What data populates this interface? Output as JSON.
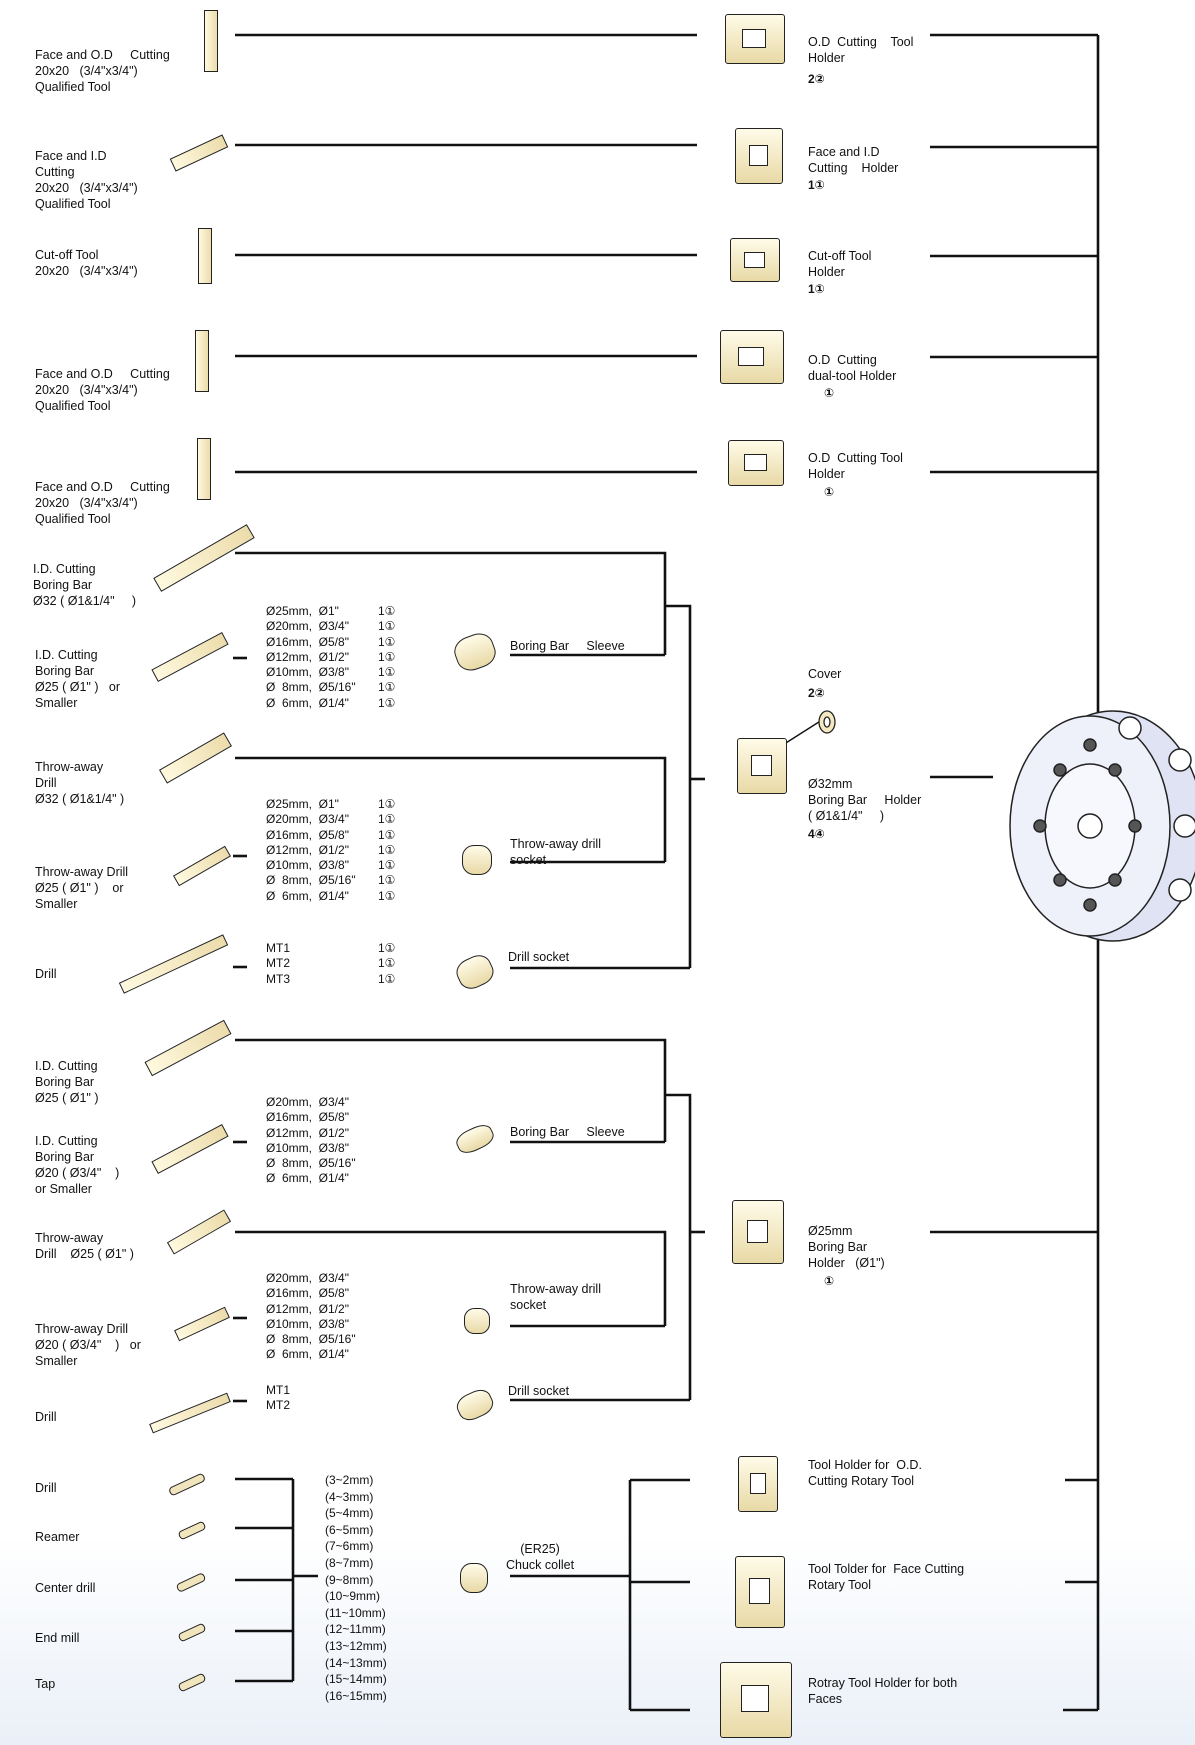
{
  "tools_left": {
    "t1": "Face and O.D     Cutting\n20x20   (3/4\"x3/4\")\nQualified Tool",
    "t2": "Face and I.D\nCutting\n20x20   (3/4\"x3/4\")\nQualified Tool",
    "t3": "Cut-off Tool\n20x20   (3/4\"x3/4\")",
    "t4": "Face and O.D     Cutting\n20x20   (3/4\"x3/4\")\nQualified Tool",
    "t5": "Face and O.D     Cutting\n20x20   (3/4\"x3/4\")\nQualified Tool",
    "t6": "I.D. Cutting\nBoring Bar\nØ32 ( Ø1&1/4\"     )",
    "t7": "I.D. Cutting\nBoring Bar\nØ25 ( Ø1\" )   or\nSmaller",
    "t8": "Throw-away\nDrill\nØ32 ( Ø1&1/4\" )",
    "t9": "Throw-away Drill\nØ25 ( Ø1\" )    or\nSmaller",
    "t10": "Drill",
    "t11": "I.D. Cutting\nBoring Bar\nØ25 ( Ø1\" )",
    "t12": "I.D. Cutting\nBoring Bar\nØ20 ( Ø3/4\"    )\nor Smaller",
    "t13": "Throw-away\nDrill    Ø25 ( Ø1\" )",
    "t14": "Throw-away Drill\nØ20 ( Ø3/4\"    )   or\nSmaller",
    "t15": "Drill",
    "t16": "Drill",
    "t17": "Reamer",
    "t18": "Center drill",
    "t19": "End mill",
    "t20": "Tap"
  },
  "specs": {
    "s1": "Ø25mm,  Ø1\"\nØ20mm,  Ø3/4\"\nØ16mm,  Ø5/8\"\nØ12mm,  Ø1/2\"\nØ10mm,  Ø3/8\"\nØ  8mm,  Ø5/16\"\nØ  6mm,  Ø1/4\"",
    "c1": "1①\n1①\n1①\n1①\n1①\n1①\n1①",
    "s2": "Ø25mm,  Ø1\"\nØ20mm,  Ø3/4\"\nØ16mm,  Ø5/8\"\nØ12mm,  Ø1/2\"\nØ10mm,  Ø3/8\"\nØ  8mm,  Ø5/16\"\nØ  6mm,  Ø1/4\"",
    "c2": "1①\n1①\n1①\n1①\n1①\n1①\n1①",
    "s3": "MT1\nMT2\nMT3",
    "c3": "1①\n1①\n1①",
    "s4": "Ø20mm,  Ø3/4\"\nØ16mm,  Ø5/8\"\nØ12mm,  Ø1/2\"\nØ10mm,  Ø3/8\"\nØ  8mm,  Ø5/16\"\nØ  6mm,  Ø1/4\"",
    "s5": "Ø20mm,  Ø3/4\"\nØ16mm,  Ø5/8\"\nØ12mm,  Ø1/2\"\nØ10mm,  Ø3/8\"\nØ  8mm,  Ø5/16\"\nØ  6mm,  Ø1/4\"",
    "s6": "MT1\nMT2",
    "s7": "(3~2mm)\n(4~3mm)\n(5~4mm)\n(6~5mm)\n(7~6mm)\n(8~7mm)\n(9~8mm)\n(10~9mm)\n(11~10mm)\n(12~11mm)\n(13~12mm)\n(14~13mm)\n(15~14mm)\n(16~15mm)"
  },
  "middle": {
    "m1": "Boring Bar     Sleeve",
    "m2": "Throw-away drill\nsocket",
    "m3": "Drill socket",
    "m4": "Boring Bar     Sleeve",
    "m5": "Throw-away drill\nsocket",
    "m6": "Drill socket",
    "m7": "(ER25)\nChuck collet"
  },
  "holders": {
    "h1": "O.D  Cutting    Tool\nHolder",
    "h1c": "2②",
    "h2": "Face and I.D\nCutting    Holder",
    "h2c": "1①",
    "h3": "Cut-off Tool\nHolder",
    "h3c": "1①",
    "h4": "O.D  Cutting\ndual-tool Holder",
    "h4c": "①",
    "h5": "O.D  Cutting Tool\nHolder",
    "h5c": "①",
    "cover": "Cover",
    "coverc": "2②",
    "h6": "Ø32mm\nBoring Bar     Holder\n( Ø1&1/4\"     )",
    "h6c": "4④",
    "h7": "Ø25mm\nBoring Bar\nHolder   (Ø1\")",
    "h7c": "①",
    "h8": "Tool Holder for  O.D.\nCutting Rotary Tool",
    "h9": "Tool Tolder for  Face Cutting\nRotary Tool",
    "h10": "Rotray Tool Holder for both\nFaces"
  },
  "colors": {
    "line": "#111111",
    "part_fill": "#f3e8c0",
    "turret_fill": "#eef0fa"
  }
}
